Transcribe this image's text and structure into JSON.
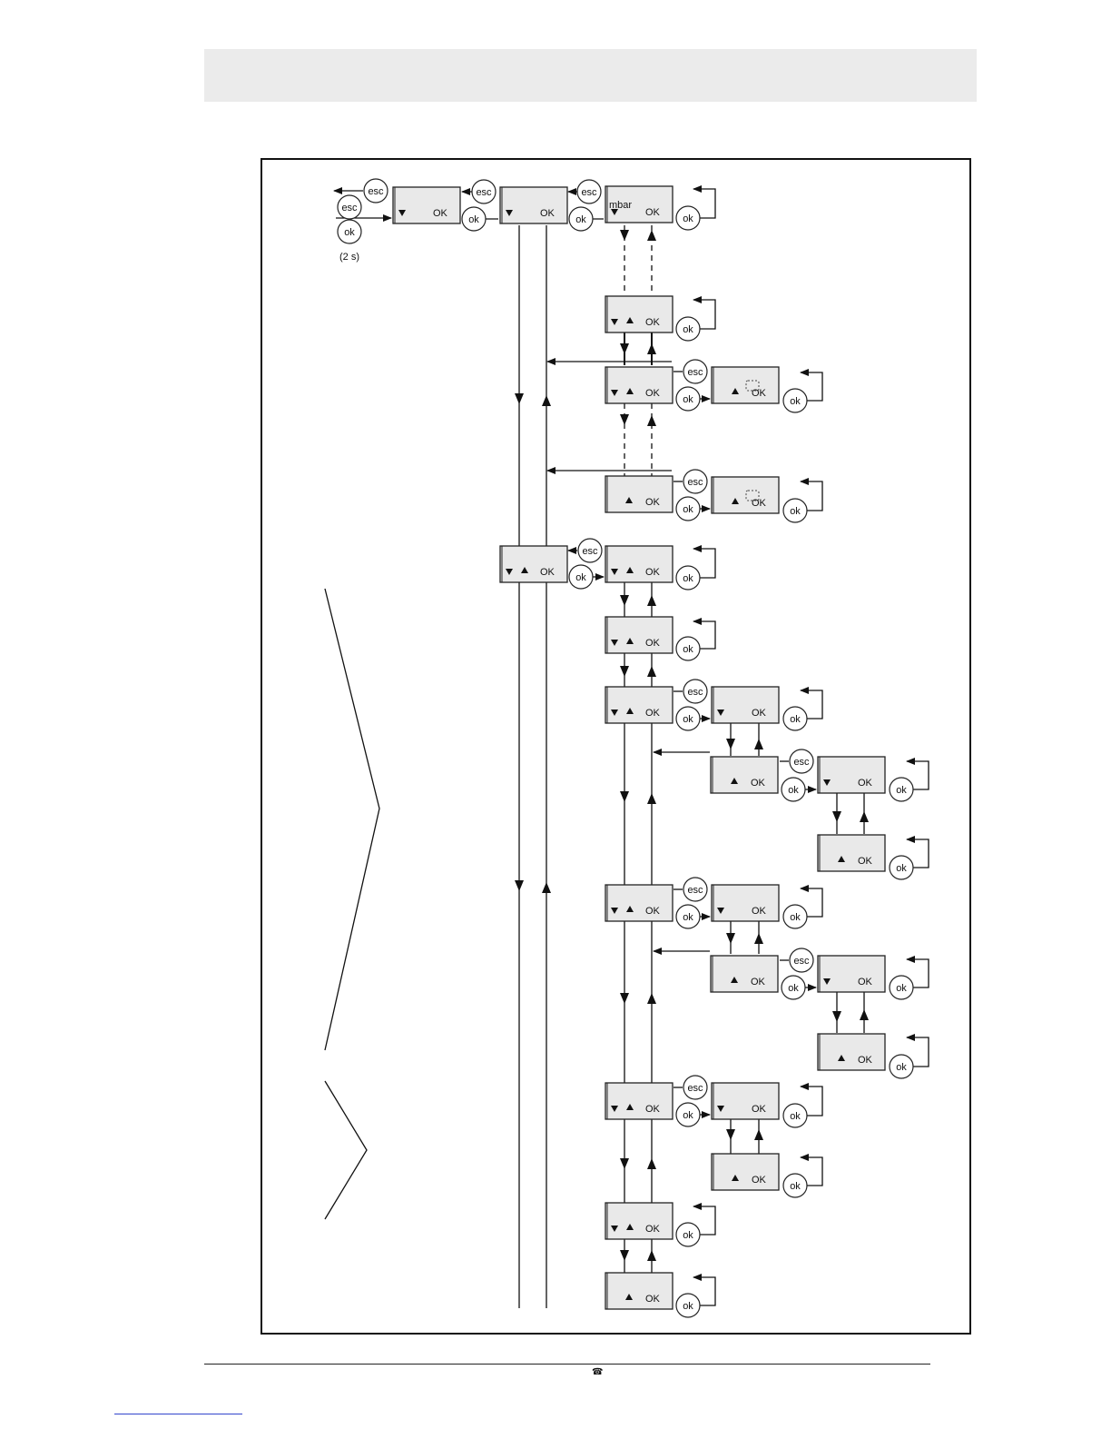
{
  "labels": {
    "esc": "esc",
    "ok_button": "ok",
    "ok_display": "OK",
    "unit": "mbar",
    "hold_time": "(2 s)"
  },
  "icons": {
    "down": "down-triangle-icon",
    "up": "up-triangle-icon",
    "phone": "phone-icon"
  },
  "colors": {
    "display_fill": "#e9e9e9",
    "header_band": "#ebebeb",
    "line": "#111111"
  }
}
